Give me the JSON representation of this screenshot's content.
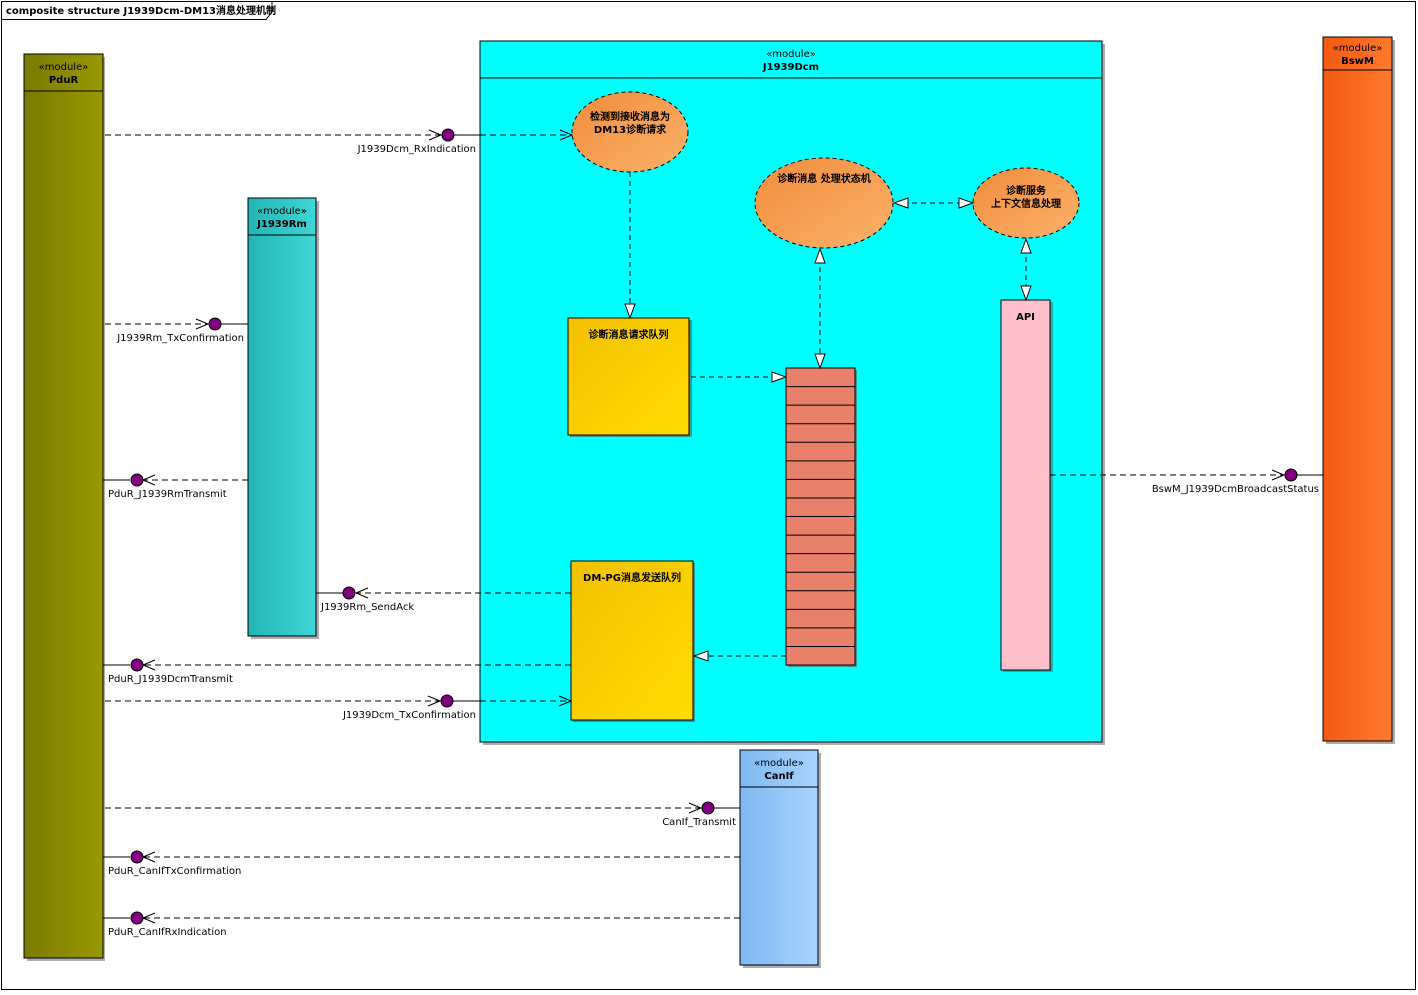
{
  "frame": {
    "title": "composite structure J1939Dcm-DM13消息处理机制"
  },
  "modules": {
    "pdur": {
      "stereotype": "«module»",
      "name": "PduR",
      "color": "#8a8a00"
    },
    "j1939rm": {
      "stereotype": "«module»",
      "name": "J1939Rm",
      "color": "#33c9c9"
    },
    "j1939dcm": {
      "stereotype": "«module»",
      "name": "J1939Dcm",
      "color": "#00ffff"
    },
    "bswm": {
      "stereotype": "«module»",
      "name": "BswM",
      "color": "#ff6a1a"
    },
    "canif": {
      "stereotype": "«module»",
      "name": "CanIf",
      "color": "#99ccff"
    }
  },
  "nodes": {
    "detect_dm13": {
      "line1": "检测到接收消息为",
      "line2": "DM13诊断请求",
      "color": "#f4a25c"
    },
    "state_machine": {
      "label": "诊断消息 处理状态机",
      "color": "#f4a25c"
    },
    "context": {
      "line1": "诊断服务",
      "line2": "上下文信息处理",
      "color": "#f4a25c"
    },
    "request_queue": {
      "label": "诊断消息请求队列",
      "color": "#ffd700"
    },
    "send_queue": {
      "label": "DM-PG消息发送队列",
      "color": "#ffd700"
    },
    "api": {
      "label": "API",
      "color": "#ffc0cb"
    },
    "buffer": {
      "color": "#e8806a"
    }
  },
  "ports": {
    "j1939dcm_rx": "J1939Dcm_RxIndication",
    "j1939rm_txconf": "J1939Rm_TxConfirmation",
    "pdur_j1939rm_tx": "PduR_J1939RmTransmit",
    "j1939rm_sendack": "J1939Rm_SendAck",
    "pdur_j1939dcm_tx": "PduR_J1939DcmTransmit",
    "j1939dcm_txconf": "J1939Dcm_TxConfirmation",
    "canif_tx": "CanIf_Transmit",
    "pdur_canif_txconf": "PduR_CanIfTxConfirmation",
    "pdur_canif_rx": "PduR_CanIfRxIndication",
    "bswm_broadcast": "BswM_J1939DcmBroadcastStatus"
  },
  "port_color": "#800080"
}
